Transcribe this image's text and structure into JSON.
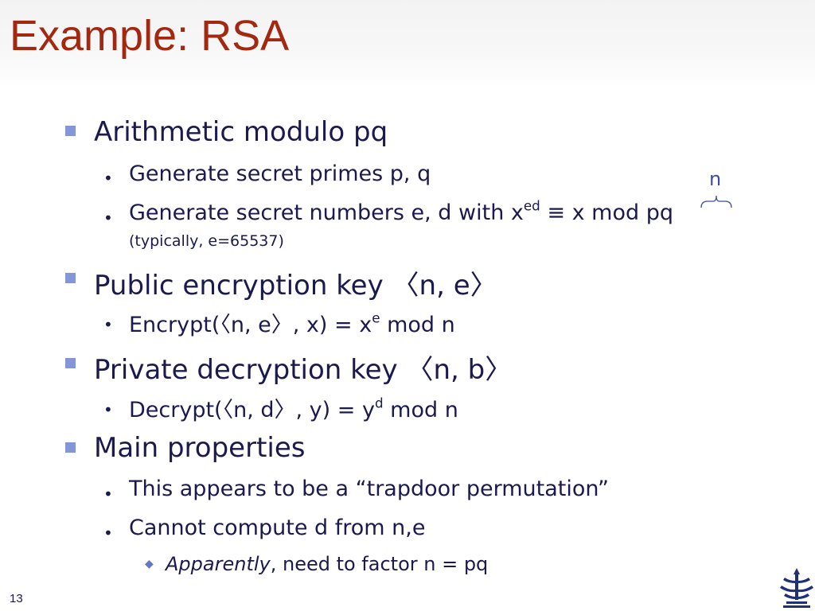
{
  "slide": {
    "title": "Example: RSA",
    "page_number": "13"
  },
  "bullets": {
    "b1": "Arithmetic modulo pq",
    "b1_1": "Generate secret primes p, q",
    "b1_2_pre": "Generate secret numbers e, d with x",
    "b1_2_sup": "ed",
    "b1_2_mid": " ≡ x mod ",
    "b1_2_end": "pq",
    "b1_2_brace_label": "n",
    "b1_2_note": "(typically, e=65537)",
    "b2": "Public encryption key 〈n, e〉",
    "b2_1_pre": "Encrypt(〈n, e〉, x) = x",
    "b2_1_sup": "e",
    "b2_1_post": " mod n",
    "b3": "Private decryption key 〈n, b〉",
    "b3_1_pre": "Decrypt(〈n, d〉, y) = y",
    "b3_1_sup": "d",
    "b3_1_post": " mod n",
    "b4": "Main properties",
    "b4_1": "This appears to be a “trapdoor permutation”",
    "b4_2": "Cannot compute d from n,e",
    "b4_2_1_italic": "Apparently",
    "b4_2_1_rest": ", need to factor n = pq"
  },
  "colors": {
    "title": "#a32810",
    "text": "#1a1a4e",
    "bullet_square": "#8296d8",
    "accent": "#3a4ea8"
  },
  "icons": {
    "level1": "square-bullet-icon",
    "level2": "dot-bullet-icon",
    "level3": "diamond-bullet-icon",
    "logo": "tau-logo-icon"
  }
}
